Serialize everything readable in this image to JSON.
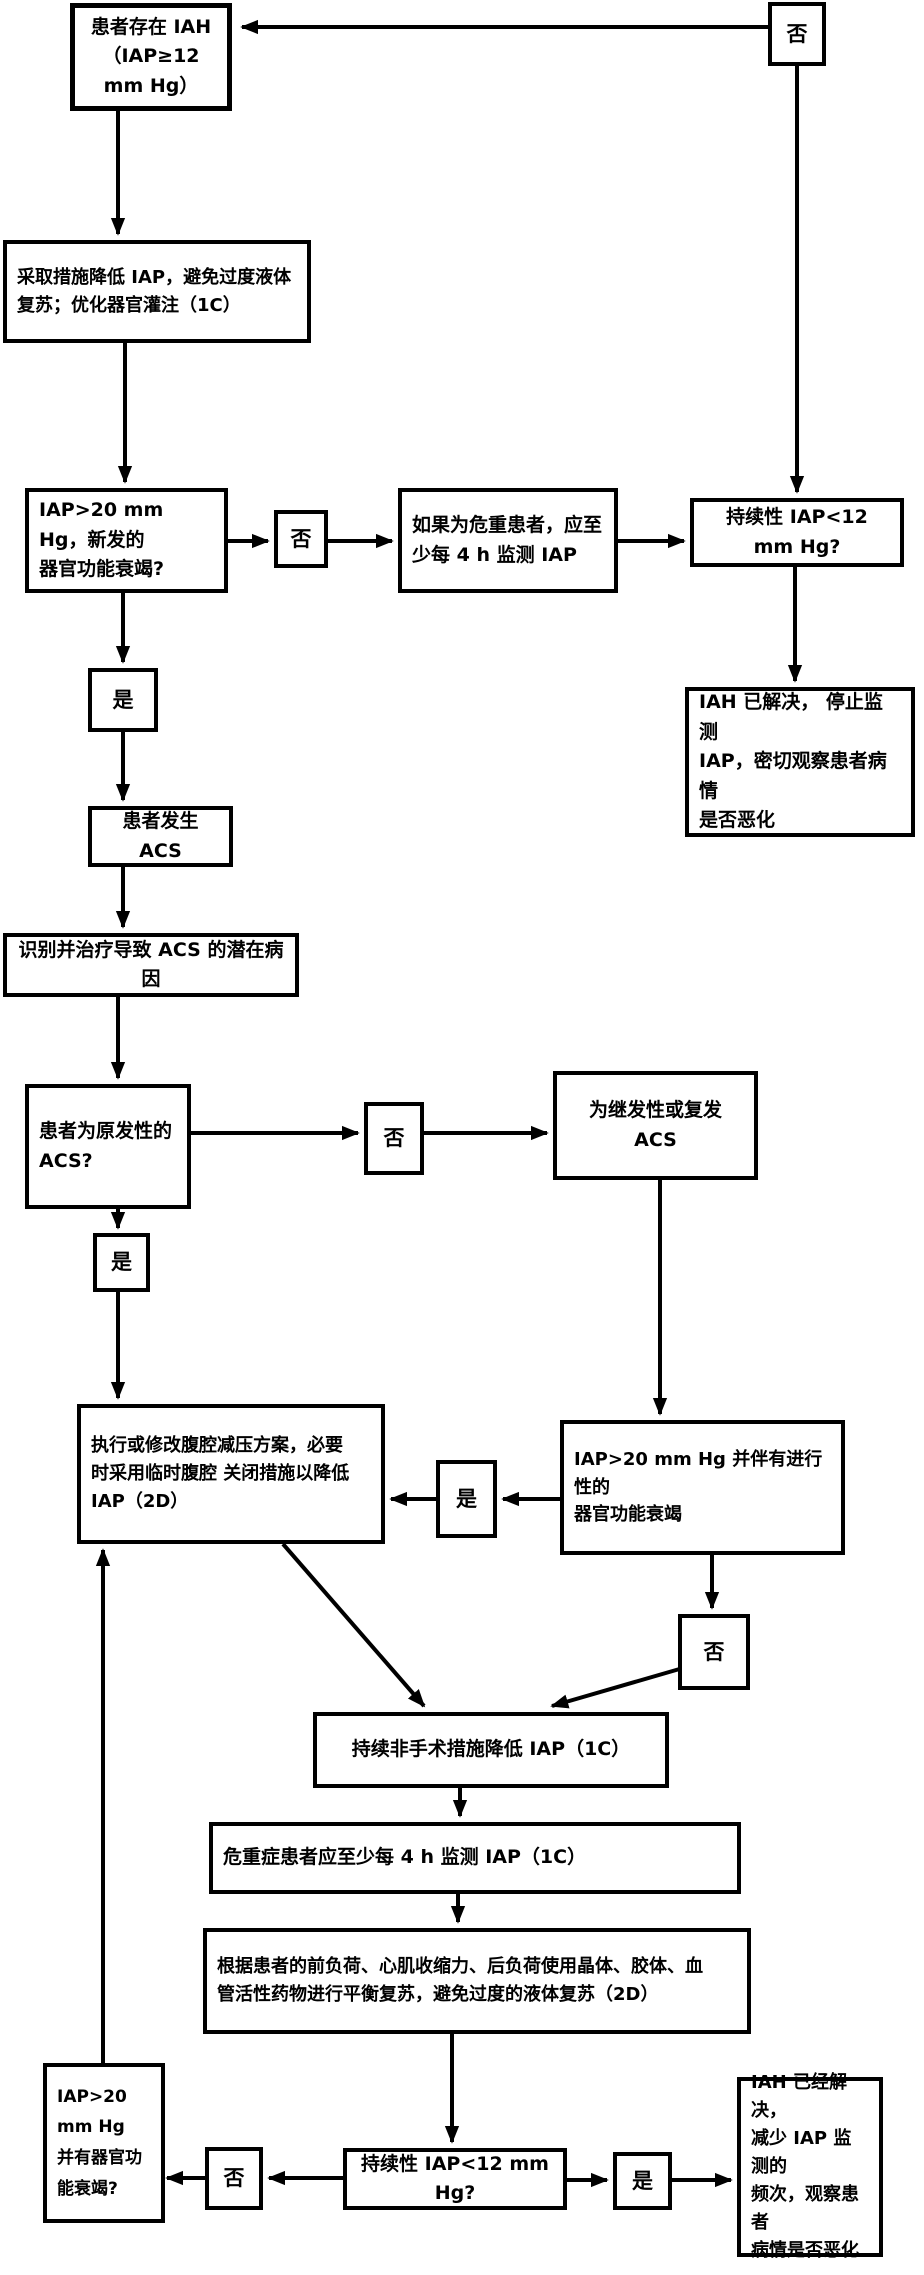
{
  "figure": {
    "type": "flowchart",
    "background_color": "#ffffff",
    "line_color": "#000000",
    "nodes": {
      "patient_has_iah": {
        "label": "患者存在 IAH\n（IAP≥12 mm Hg）"
      },
      "no_top": {
        "label": "否"
      },
      "reduce_iap": {
        "label": "采取措施降低 IAP，避免过度液体\n复苏；优化器官灌注（1C）"
      },
      "iap_gt20_new_failure": {
        "label": "IAP>20 mm Hg，新发的\n器官功能衰竭?"
      },
      "no_2": {
        "label": "否"
      },
      "monitor_4h": {
        "label": "如果为危重患者，应至\n少每 4 h 监测 IAP"
      },
      "sustained_lt12_top": {
        "label": "持续性 IAP<12 mm Hg?"
      },
      "iah_resolved_top": {
        "label": "IAH 已解决， 停止监测\nIAP，密切观察患者病情\n是否恶化"
      },
      "yes_1": {
        "label": "是"
      },
      "acs_occurs": {
        "label": "患者发生 ACS"
      },
      "identify_cause": {
        "label": "识别并治疗导致 ACS 的潜在病因"
      },
      "primary_acs": {
        "label": "患者为原发性的\nACS?"
      },
      "no_3": {
        "label": "否"
      },
      "secondary_acs": {
        "label": "为继发性或复发 ACS"
      },
      "yes_2": {
        "label": "是"
      },
      "decompression": {
        "label": "执行或修改腹腔减压方案，必要\n时采用临时腹腔 关闭措施以降低\nIAP（2D）"
      },
      "yes_3": {
        "label": "是"
      },
      "iap_gt20_progressive": {
        "label": "IAP>20 mm Hg 并伴有进行性的\n器官功能衰竭"
      },
      "no_4": {
        "label": "否"
      },
      "nonsurgical": {
        "label": "持续非手术措施降低 IAP（1C）"
      },
      "critical_monitor": {
        "label": "危重症患者应至少每 4 h 监测 IAP（1C）"
      },
      "balanced_resuscitation": {
        "label": "根据患者的前负荷、心肌收缩力、后负荷使用晶体、胶体、血\n管活性药物进行平衡复苏，避免过度的液体复苏（2D）"
      },
      "iap_gt20_failure": {
        "label": "IAP>20 mm Hg\n并有器官功\n能衰竭?"
      },
      "no_5": {
        "label": "否"
      },
      "sustained_lt12_bottom": {
        "label": "持续性 IAP<12 mm Hg?"
      },
      "yes_4": {
        "label": "是"
      },
      "iah_resolved_bottom": {
        "label": "IAH 已经解决，\n减少 IAP 监测的\n频次，观察患者\n病情是否恶化"
      }
    },
    "edges": [
      {
        "from": "no_top",
        "to": "patient_has_iah"
      },
      {
        "from": "no_top",
        "to": "sustained_lt12_top"
      },
      {
        "from": "patient_has_iah",
        "to": "reduce_iap"
      },
      {
        "from": "reduce_iap",
        "to": "iap_gt20_new_failure"
      },
      {
        "from": "iap_gt20_new_failure",
        "to": "no_2"
      },
      {
        "from": "no_2",
        "to": "monitor_4h"
      },
      {
        "from": "monitor_4h",
        "to": "sustained_lt12_top"
      },
      {
        "from": "sustained_lt12_top",
        "to": "iah_resolved_top"
      },
      {
        "from": "iap_gt20_new_failure",
        "to": "yes_1"
      },
      {
        "from": "yes_1",
        "to": "acs_occurs"
      },
      {
        "from": "acs_occurs",
        "to": "identify_cause"
      },
      {
        "from": "identify_cause",
        "to": "primary_acs"
      },
      {
        "from": "primary_acs",
        "to": "no_3"
      },
      {
        "from": "no_3",
        "to": "secondary_acs"
      },
      {
        "from": "primary_acs",
        "to": "yes_2"
      },
      {
        "from": "yes_2",
        "to": "decompression"
      },
      {
        "from": "secondary_acs",
        "to": "iap_gt20_progressive"
      },
      {
        "from": "iap_gt20_progressive",
        "to": "yes_3"
      },
      {
        "from": "yes_3",
        "to": "decompression"
      },
      {
        "from": "iap_gt20_progressive",
        "to": "no_4"
      },
      {
        "from": "decompression",
        "to": "nonsurgical"
      },
      {
        "from": "no_4",
        "to": "nonsurgical"
      },
      {
        "from": "nonsurgical",
        "to": "critical_monitor"
      },
      {
        "from": "critical_monitor",
        "to": "balanced_resuscitation"
      },
      {
        "from": "balanced_resuscitation",
        "to": "sustained_lt12_bottom"
      },
      {
        "from": "sustained_lt12_bottom",
        "to": "no_5"
      },
      {
        "from": "no_5",
        "to": "iap_gt20_failure"
      },
      {
        "from": "iap_gt20_failure",
        "to": "decompression"
      },
      {
        "from": "sustained_lt12_bottom",
        "to": "yes_4"
      },
      {
        "from": "yes_4",
        "to": "iah_resolved_bottom"
      }
    ]
  }
}
